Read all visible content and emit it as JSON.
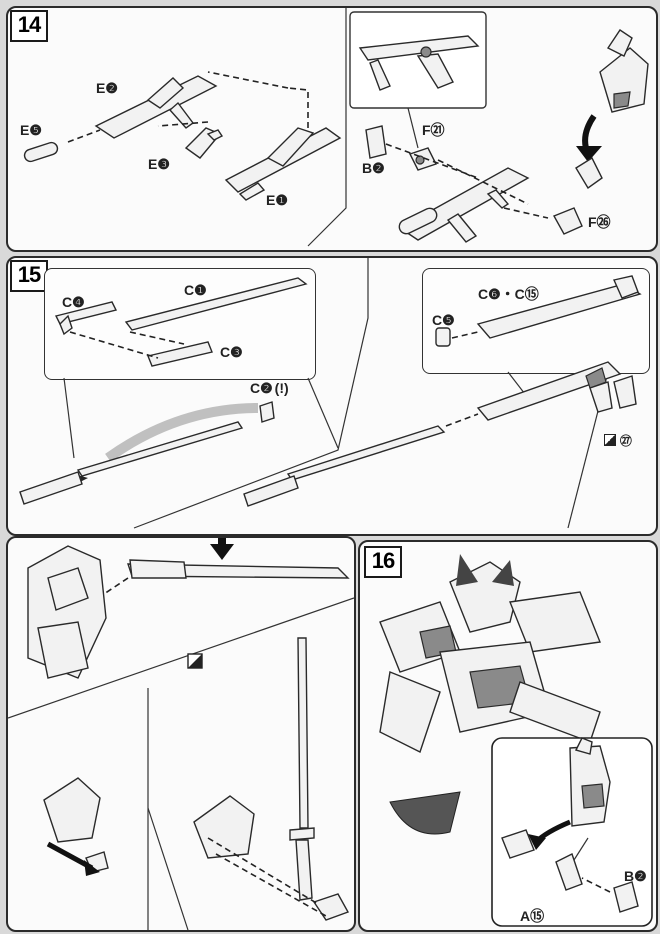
{
  "steps": {
    "s14": "14",
    "s15": "15",
    "s16": "16"
  },
  "labels14": {
    "e2": "E❷",
    "e5": "E❺",
    "e3": "E❸",
    "e1": "E❶",
    "f21": "F㉑",
    "b2": "B❷",
    "f26": "F㉖"
  },
  "labels15": {
    "c1": "C❶",
    "c4": "C❹",
    "c3": "C❸",
    "c2": "C❷",
    "c2_note": "(!)",
    "c6c15": "C❻・C⑮",
    "c5": "C❺",
    "sticker": "㉗"
  },
  "labels16": {
    "b2": "B❷",
    "a15": "A⑮"
  },
  "icons": {
    "caution": "caution-icon",
    "sticker": "sticker-icon",
    "step-arrow": "down-arrow-icon"
  },
  "colors": {
    "panel_border": "#2b2b2b",
    "background": "#d9d9d9",
    "paper": "#fbfbfb"
  }
}
